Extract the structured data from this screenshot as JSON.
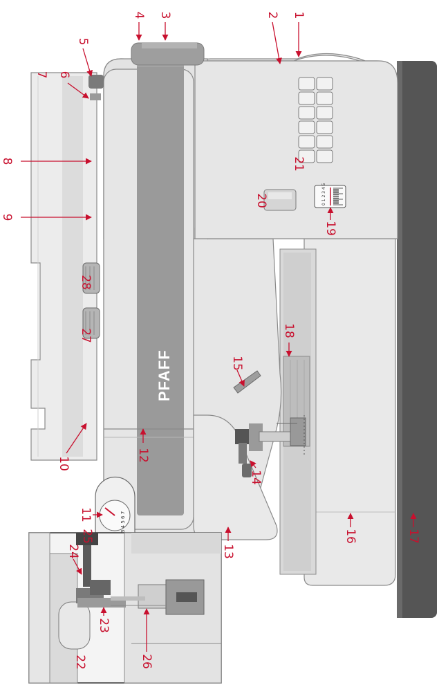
{
  "brand": "PFAFF",
  "colors": {
    "callout": "#c8102e",
    "body": "#e6e6e6",
    "body_shade": "#d2d2d2",
    "stripe": "#9a9a9a",
    "base_dark": "#555555",
    "outline": "#8a8a8a"
  },
  "dial_11": {
    "scale": "3 4 5 6 7"
  },
  "dial_19": {
    "scale": "0 1 2 3 4 5"
  },
  "callouts": [
    {
      "id": "1",
      "label": "1"
    },
    {
      "id": "2",
      "label": "2"
    },
    {
      "id": "3",
      "label": "3"
    },
    {
      "id": "4",
      "label": "4"
    },
    {
      "id": "5",
      "label": "5"
    },
    {
      "id": "6",
      "label": "6"
    },
    {
      "id": "7",
      "label": "7"
    },
    {
      "id": "8",
      "label": "8"
    },
    {
      "id": "9",
      "label": "9"
    },
    {
      "id": "10",
      "label": "10"
    },
    {
      "id": "11",
      "label": "11"
    },
    {
      "id": "12",
      "label": "12"
    },
    {
      "id": "13",
      "label": "13"
    },
    {
      "id": "14",
      "label": "14"
    },
    {
      "id": "15",
      "label": "15"
    },
    {
      "id": "16",
      "label": "16"
    },
    {
      "id": "17",
      "label": "17"
    },
    {
      "id": "18",
      "label": "18"
    },
    {
      "id": "19",
      "label": "19"
    },
    {
      "id": "20",
      "label": "20"
    },
    {
      "id": "21",
      "label": "21"
    },
    {
      "id": "22",
      "label": "22"
    },
    {
      "id": "23",
      "label": "23"
    },
    {
      "id": "24",
      "label": "24"
    },
    {
      "id": "25",
      "label": "25"
    },
    {
      "id": "26",
      "label": "26"
    },
    {
      "id": "27",
      "label": "27"
    },
    {
      "id": "28",
      "label": "28"
    }
  ]
}
